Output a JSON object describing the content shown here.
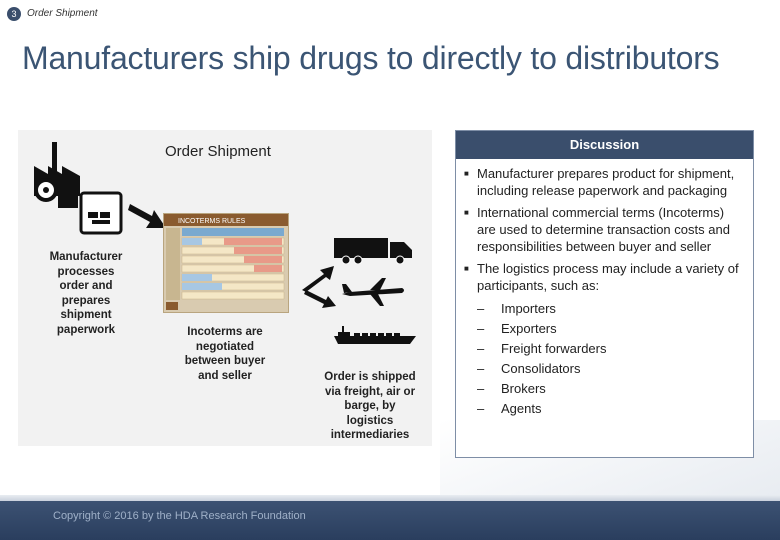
{
  "header": {
    "section_number": "3",
    "section_label": "Order Shipment",
    "title": "Manufacturers ship drugs to directly to distributors"
  },
  "panel": {
    "title": "Order Shipment",
    "step1_caption": "Manufacturer processes order and prepares shipment paperwork",
    "step2_caption": "Incoterms are negotiated between buyer and seller",
    "step3_caption": "Order is shipped via freight, air or barge, by logistics intermediaries",
    "incoterms_chart_title": "INCOTERMS RULES"
  },
  "discussion": {
    "header": "Discussion",
    "bullets": [
      "Manufacturer prepares product for shipment, including release paperwork and packaging",
      "International commercial terms (Incoterms) are used to determine transaction costs and responsibilities between buyer and seller",
      "The logistics process may include a variety of participants, such as:"
    ],
    "participants": [
      "Importers",
      "Exporters",
      "Freight forwarders",
      "Consolidators",
      "Brokers",
      "Agents"
    ]
  },
  "footer": {
    "copyright": "Copyright © 2016 by the HDA Research Foundation"
  },
  "icons": [
    "factory-icon",
    "document-icon",
    "arrow-icon",
    "incoterms-chart",
    "split-arrows-icon",
    "truck-icon",
    "airplane-icon",
    "ship-icon"
  ],
  "colors": {
    "title": "#3b5574",
    "header_bg": "#3a4e6c",
    "footer_bg": "#2a3e5e"
  }
}
